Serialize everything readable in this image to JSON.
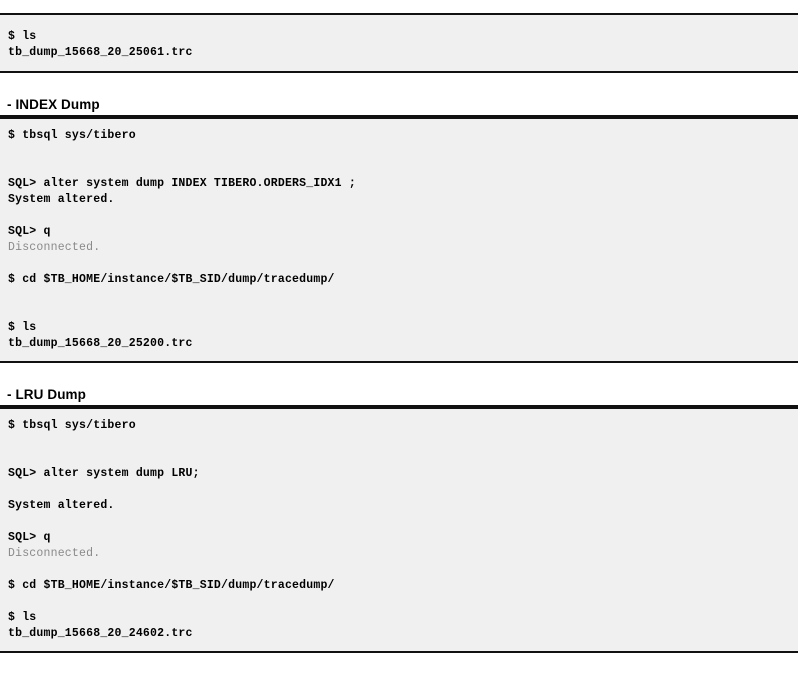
{
  "document": {
    "title": "Tibero Dump Commands"
  },
  "colors": {
    "code_background": "#f0f0f0",
    "code_border": "#111111",
    "code_text": "#000000",
    "muted_text": "#8a8a8a",
    "page_background": "#ffffff"
  },
  "sections": [
    {
      "id": "top-partial",
      "heading": null,
      "block": {
        "lines": [
          {
            "text": "$ ls",
            "style": "bold"
          },
          {
            "text": "tb_dump_15668_20_25061.trc",
            "style": "bold"
          }
        ]
      }
    },
    {
      "id": "index-dump",
      "heading": "- INDEX Dump",
      "block": {
        "lines": [
          {
            "text": "$ tbsql sys/tibero",
            "style": "bold"
          },
          {
            "text": "",
            "style": "blank"
          },
          {
            "text": "",
            "style": "blank"
          },
          {
            "text": "SQL> alter system dump INDEX TIBERO.ORDERS_IDX1 ;",
            "style": "bold"
          },
          {
            "text": "System altered.",
            "style": "bold"
          },
          {
            "text": "",
            "style": "blank"
          },
          {
            "text": "SQL> q",
            "style": "bold"
          },
          {
            "text": "Disconnected.",
            "style": "muted"
          },
          {
            "text": "",
            "style": "blank"
          },
          {
            "text": "$ cd $TB_HOME/instance/$TB_SID/dump/tracedump/",
            "style": "bold"
          },
          {
            "text": "",
            "style": "blank"
          },
          {
            "text": "",
            "style": "blank"
          },
          {
            "text": "$ ls",
            "style": "bold"
          },
          {
            "text": "tb_dump_15668_20_25200.trc",
            "style": "bold"
          }
        ]
      }
    },
    {
      "id": "lru-dump",
      "heading": "- LRU Dump",
      "block": {
        "lines": [
          {
            "text": "$ tbsql sys/tibero",
            "style": "bold"
          },
          {
            "text": "",
            "style": "blank"
          },
          {
            "text": "",
            "style": "blank"
          },
          {
            "text": "SQL> alter system dump LRU;",
            "style": "bold"
          },
          {
            "text": "",
            "style": "blank"
          },
          {
            "text": "System altered.",
            "style": "bold"
          },
          {
            "text": "",
            "style": "blank"
          },
          {
            "text": "SQL> q",
            "style": "bold"
          },
          {
            "text": "Disconnected.",
            "style": "muted"
          },
          {
            "text": "",
            "style": "blank"
          },
          {
            "text": "$ cd $TB_HOME/instance/$TB_SID/dump/tracedump/",
            "style": "bold"
          },
          {
            "text": "",
            "style": "blank"
          },
          {
            "text": "$ ls",
            "style": "bold"
          },
          {
            "text": "tb_dump_15668_20_24602.trc",
            "style": "bold"
          }
        ]
      }
    }
  ]
}
